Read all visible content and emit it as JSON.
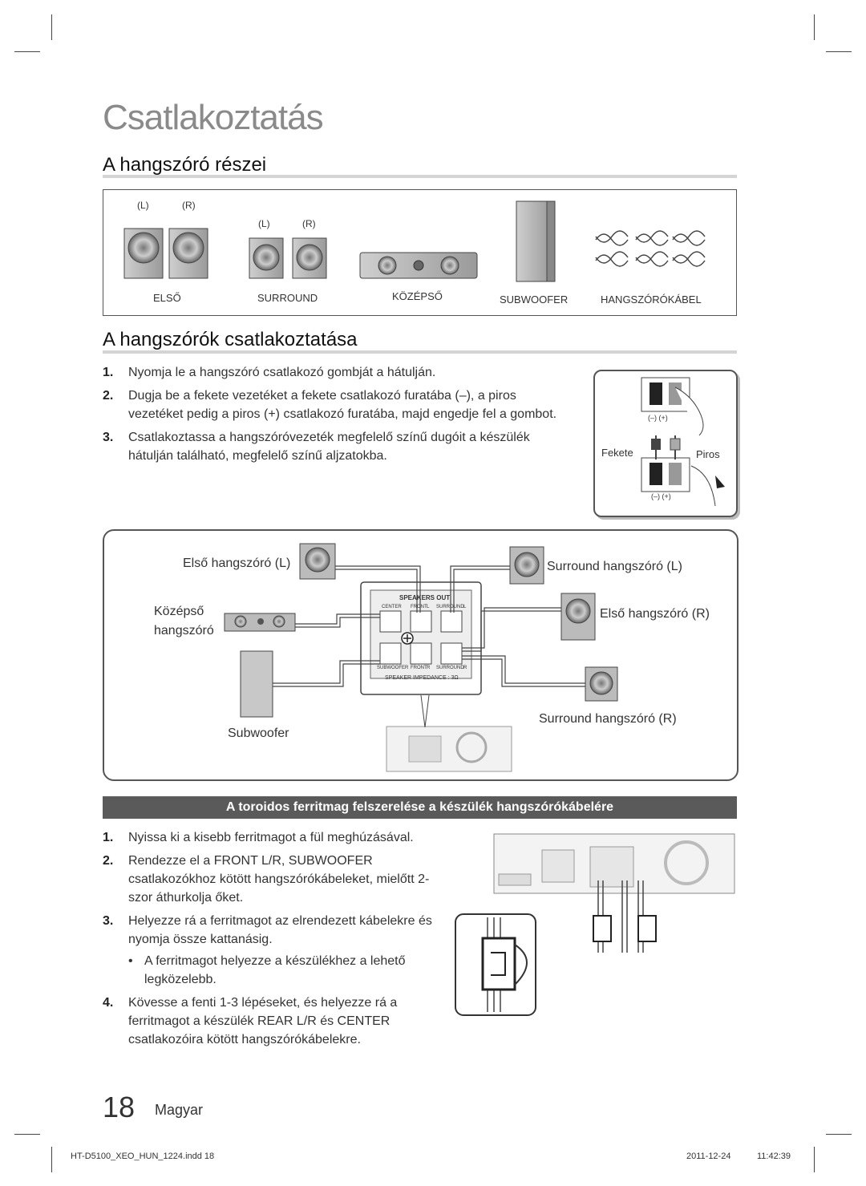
{
  "page": {
    "title": "Csatlakoztatás",
    "page_number": "18",
    "language": "Magyar"
  },
  "parts": {
    "heading": "A hangszóró részei",
    "front_lr": {
      "l": "(L)",
      "r": "(R)"
    },
    "surround_lr": {
      "l": "(L)",
      "r": "(R)"
    },
    "labels": [
      "ELSŐ",
      "SURROUND",
      "KÖZÉPSŐ",
      "SUBWOOFER",
      "HANGSZÓRÓKÁBEL"
    ]
  },
  "connect": {
    "heading": "A hangszórók csatlakoztatása",
    "steps": [
      {
        "n": "1.",
        "text": "Nyomja le a hangszóró csatlakozó gombját a hátulján."
      },
      {
        "n": "2.",
        "text": "Dugja be a fekete vezetéket a fekete csatlakozó furatába (–), a piros vezetéket pedig a piros (+) csatlakozó furatába, majd engedje fel a gombot."
      },
      {
        "n": "3.",
        "text": "Csatlakoztassa a hangszóróvezeték megfelelő színű dugóit a készülék hátulján található, megfelelő színű aljzatokba."
      }
    ],
    "terminal": {
      "black": "Fekete",
      "red": "Piros",
      "polarity": "(–) (+)"
    }
  },
  "wiring": {
    "front_l": "Első hangszóró (L)",
    "center_line1": "Középső",
    "center_line2": "hangszóró",
    "subwoofer": "Subwoofer",
    "surround_l": "Surround hangszóró (L)",
    "front_r": "Első hangszóró (R)",
    "surround_r": "Surround hangszóró (R)",
    "panel": {
      "title": "SPEAKERS OUT",
      "center": "CENTER",
      "front_l": "FRONT",
      "surround_l": "SURROUND",
      "subwoofer": "SUBWOOFER",
      "front_r": "FRONT",
      "surround_r": "SURROUND",
      "l": "L",
      "r": "R",
      "impedance": "SPEAKER IMPEDANCE : 3Ω"
    }
  },
  "ferrite": {
    "heading": "A toroidos ferritmag felszerelése a készülék hangszórókábelére",
    "steps": [
      {
        "n": "1.",
        "text": "Nyissa ki a kisebb ferritmagot a fül meghúzásával."
      },
      {
        "n": "2.",
        "text": "Rendezze el a FRONT L/R, SUBWOOFER csatlakozókhoz kötött hangszórókábeleket, mielőtt 2-szor áthurkolja őket."
      },
      {
        "n": "3.",
        "text": "Helyezze rá a ferritmagot az elrendezett kábelekre és nyomja össze kattanásig."
      },
      {
        "n": "4.",
        "text": "Kövesse a fenti 1-3 lépéseket, és helyezze rá a ferritmagot a készülék REAR L/R és CENTER csatlakozóira kötött hangszórókábelekre."
      }
    ],
    "bullet": {
      "sym": "•",
      "text": "A ferritmagot helyezze a készülékhez a lehető legközelebb."
    }
  },
  "footer": {
    "file": "HT-D5100_XEO_HUN_1224.indd   18",
    "date": "2011-12-24",
    "time": "11:42:39"
  }
}
